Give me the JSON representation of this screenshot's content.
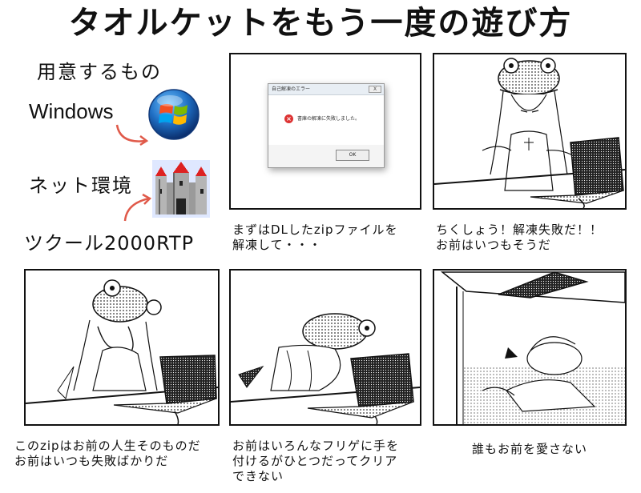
{
  "title": "タオルケットをもう一度の遊び方",
  "requirements": {
    "heading": "用意するもの",
    "windows": "Windows",
    "net": "ネット環境",
    "rtp": "ツクール2000RTP"
  },
  "dialog": {
    "title": "自己解凍のエラー",
    "close": "X",
    "message": "書庫の解凍に失敗しました。",
    "ok": "OK"
  },
  "captions": {
    "c1": "まずはDLしたzipファイルを\n解凍して・・・",
    "c2": "ちくしょう！解凍失敗だ！！\nお前はいつもそうだ",
    "c3": "このzipはお前の人生そのものだ\nお前はいつも失敗ばかりだ",
    "c4": "お前はいろんなフリゲに手を\n付けるがひとつだってクリア\nできない",
    "c5": "誰もお前を愛さない"
  },
  "icons": {
    "windows": "windows-logo-icon",
    "castle": "castle-icon",
    "arrow": "curved-arrow-icon",
    "error": "error-x-icon"
  },
  "colors": {
    "arrow": "#e05a4a",
    "error": "#dd3333",
    "win_red": "#f25022",
    "win_green": "#7fba00",
    "win_blue": "#00a4ef",
    "win_yellow": "#ffb900"
  }
}
